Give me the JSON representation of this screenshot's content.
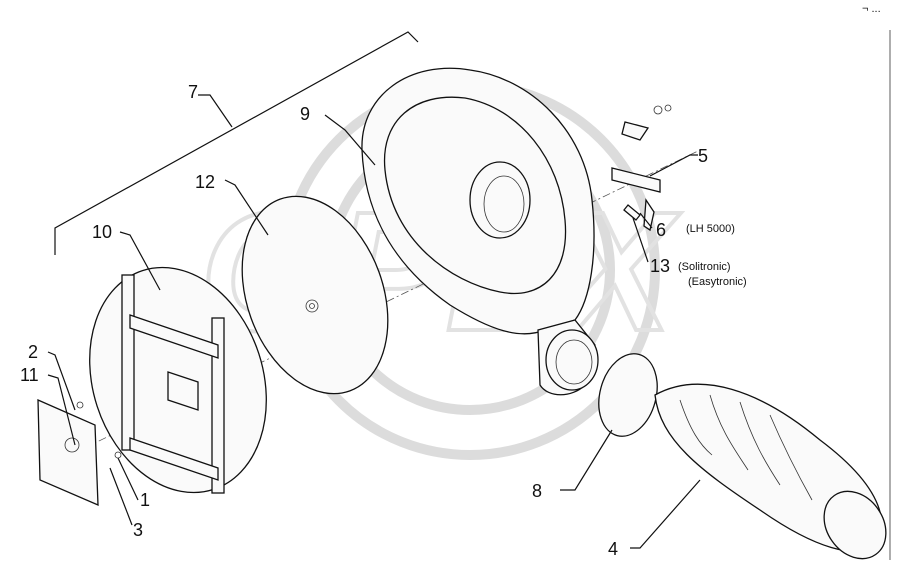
{
  "diagram": {
    "callouts": [
      {
        "id": "c1",
        "text": "1"
      },
      {
        "id": "c2",
        "text": "2"
      },
      {
        "id": "c3",
        "text": "3"
      },
      {
        "id": "c4",
        "text": "4"
      },
      {
        "id": "c5",
        "text": "5"
      },
      {
        "id": "c6",
        "text": "6"
      },
      {
        "id": "c7",
        "text": "7"
      },
      {
        "id": "c8",
        "text": "8"
      },
      {
        "id": "c9",
        "text": "9"
      },
      {
        "id": "c10",
        "text": "10"
      },
      {
        "id": "c11",
        "text": "11"
      },
      {
        "id": "c12",
        "text": "12"
      },
      {
        "id": "c13",
        "text": "13"
      }
    ],
    "notes": {
      "lh5000": "(LH 5000)",
      "solitronic": "(Solitronic)",
      "easytronic": "(Easytronic)"
    },
    "watermark": "OPEX",
    "corner_mark": "¬ ..."
  }
}
